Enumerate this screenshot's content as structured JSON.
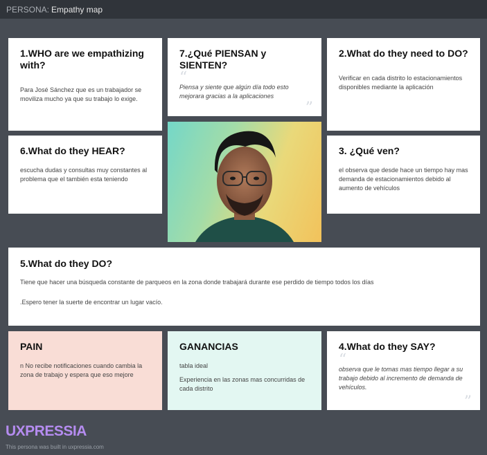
{
  "header": {
    "prefix": "PERSONA:",
    "title": "Empathy map"
  },
  "who": {
    "title": "1.WHO are we empathizing with?",
    "body": "Para José Sánchez que es un trabajador se moviliza mucho ya que su trabajo lo exige."
  },
  "think": {
    "title": "7.¿Qué PIENSAN y SIENTEN?",
    "body": "Piensa y siente que algún día todo esto mejorara gracias a la aplicaciones"
  },
  "need": {
    "title": "2.What do they need to DO?",
    "body": "Verificar en cada distrito lo  estacionamientos disponibles mediante la aplicación"
  },
  "hear": {
    "title": "6.What do they HEAR?",
    "body": " escucha dudas y consultas muy constantes al problema que el también esta teniendo"
  },
  "see": {
    "title": "3. ¿Qué ven?",
    "body": " el observa que  desde hace un tiempo hay mas demanda de estacionamientos debido al aumento de vehículos"
  },
  "do": {
    "title": "5.What do they DO?",
    "line1": " Tiene que hacer una búsqueda constante de parqueos en la zona donde trabajará durante ese perdido de tiempo todos los días",
    "line2": ".Espero tener la suerte de encontrar un lugar vacío."
  },
  "pain": {
    "title": "PAIN",
    "body": "n No recibe notificaciones  cuando cambia la zona de trabajo y espera que eso mejore",
    "color": "#f9ddd6"
  },
  "gains": {
    "title": "GANANCIAS",
    "line1": "tabla ideal",
    "line2": "Experiencia en las zonas mas concurridas de cada distrito",
    "color": "#e3f7f2"
  },
  "say": {
    "title": "4.What do they SAY?",
    "body": "observa que le tomas mas tiempo llegar a su trabajo debido al incremento de demanda de vehículos."
  },
  "footer": {
    "logo": "UXPRESSIA",
    "note": "This persona was built in uxpressia.com"
  }
}
